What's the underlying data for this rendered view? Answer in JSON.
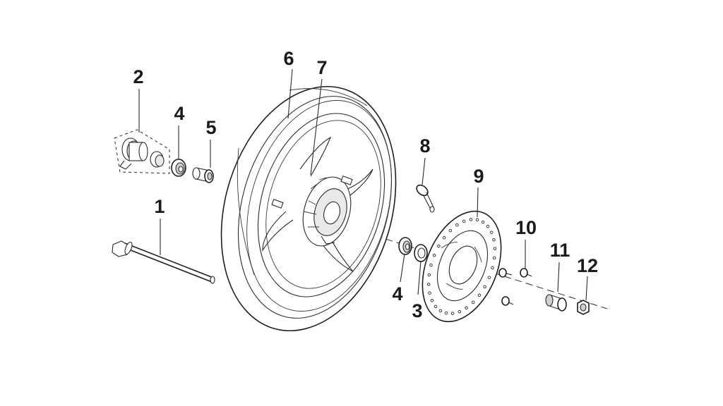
{
  "diagram": {
    "parts": [
      {
        "id": "axle",
        "label": "1"
      },
      {
        "id": "speedometer-gear",
        "label": "2"
      },
      {
        "id": "washer",
        "label": "3"
      },
      {
        "id": "bearing-left",
        "label": "4"
      },
      {
        "id": "bearing-right",
        "label": "4"
      },
      {
        "id": "spacer",
        "label": "5"
      },
      {
        "id": "tire",
        "label": "6"
      },
      {
        "id": "wheel-rim",
        "label": "7"
      },
      {
        "id": "valve",
        "label": "8"
      },
      {
        "id": "brake-disc",
        "label": "9"
      },
      {
        "id": "disc-bolt",
        "label": "10"
      },
      {
        "id": "collar",
        "label": "11"
      },
      {
        "id": "axle-nut",
        "label": "12"
      }
    ]
  }
}
